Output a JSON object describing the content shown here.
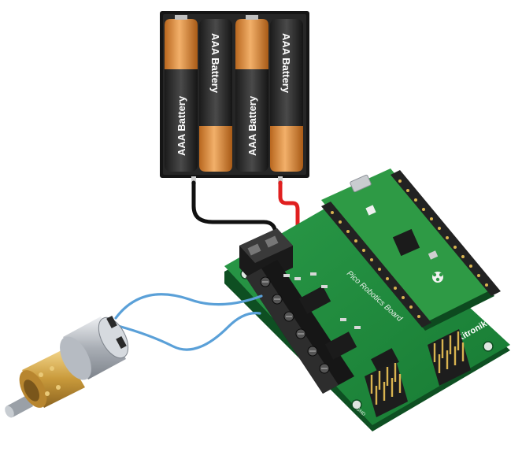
{
  "battery_pack": {
    "cells": [
      {
        "label": "AAA Battery"
      },
      {
        "label": "AAA Battery"
      },
      {
        "label": "AAA Battery"
      },
      {
        "label": "AAA Battery"
      }
    ]
  },
  "board": {
    "silkscreen_title": "Pico Robotics Board",
    "brand": "Kitronik",
    "pin_label": "GND",
    "colors": {
      "pcb": "#1f8a3c",
      "pcb_dark": "#0f5a26",
      "pico": "#2e9a45"
    }
  },
  "wires": {
    "positive_color": "#e02020",
    "negative_color": "#111111",
    "motor_color": "#5aa0d8"
  },
  "motor": {
    "body_color": "#c8ccd2",
    "gear_color": "#d9a441"
  }
}
